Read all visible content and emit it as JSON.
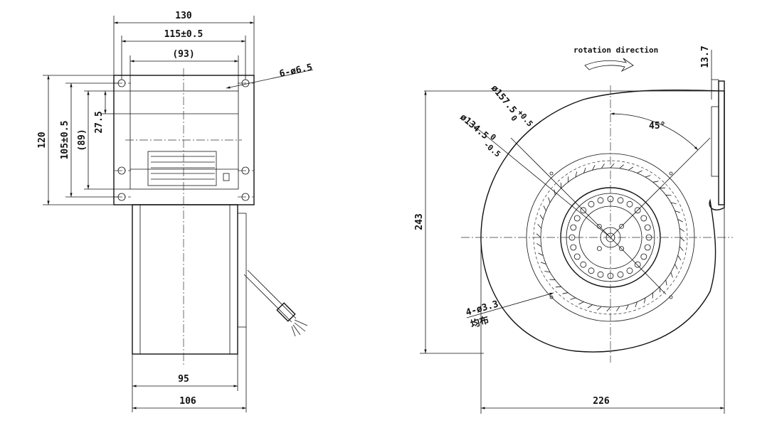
{
  "left_view": {
    "dims": {
      "overall_width": "130",
      "hole_pitch": "115±0.5",
      "inner_width": "(93)",
      "mount_holes": "6-ø6.5",
      "overall_height": "120",
      "hole_pitch_v": "105±0.5",
      "inner_height": "(89)",
      "offset": "27.5",
      "body_width": "95",
      "body_overall": "106"
    }
  },
  "right_view": {
    "rotation_label": "rotation direction",
    "dims": {
      "outlet_thickness": "13.7",
      "outer_dia": "ø157.5",
      "outer_dia_tol_upper": "+0.5",
      "outer_dia_tol_lower": "0",
      "inner_dia": "ø134.5",
      "inner_dia_tol_upper": "0",
      "inner_dia_tol_lower": "-0.5",
      "angle": "45°",
      "height": "243",
      "width": "226",
      "screw_holes": "4-ø3.3",
      "screw_note": "均布"
    }
  }
}
